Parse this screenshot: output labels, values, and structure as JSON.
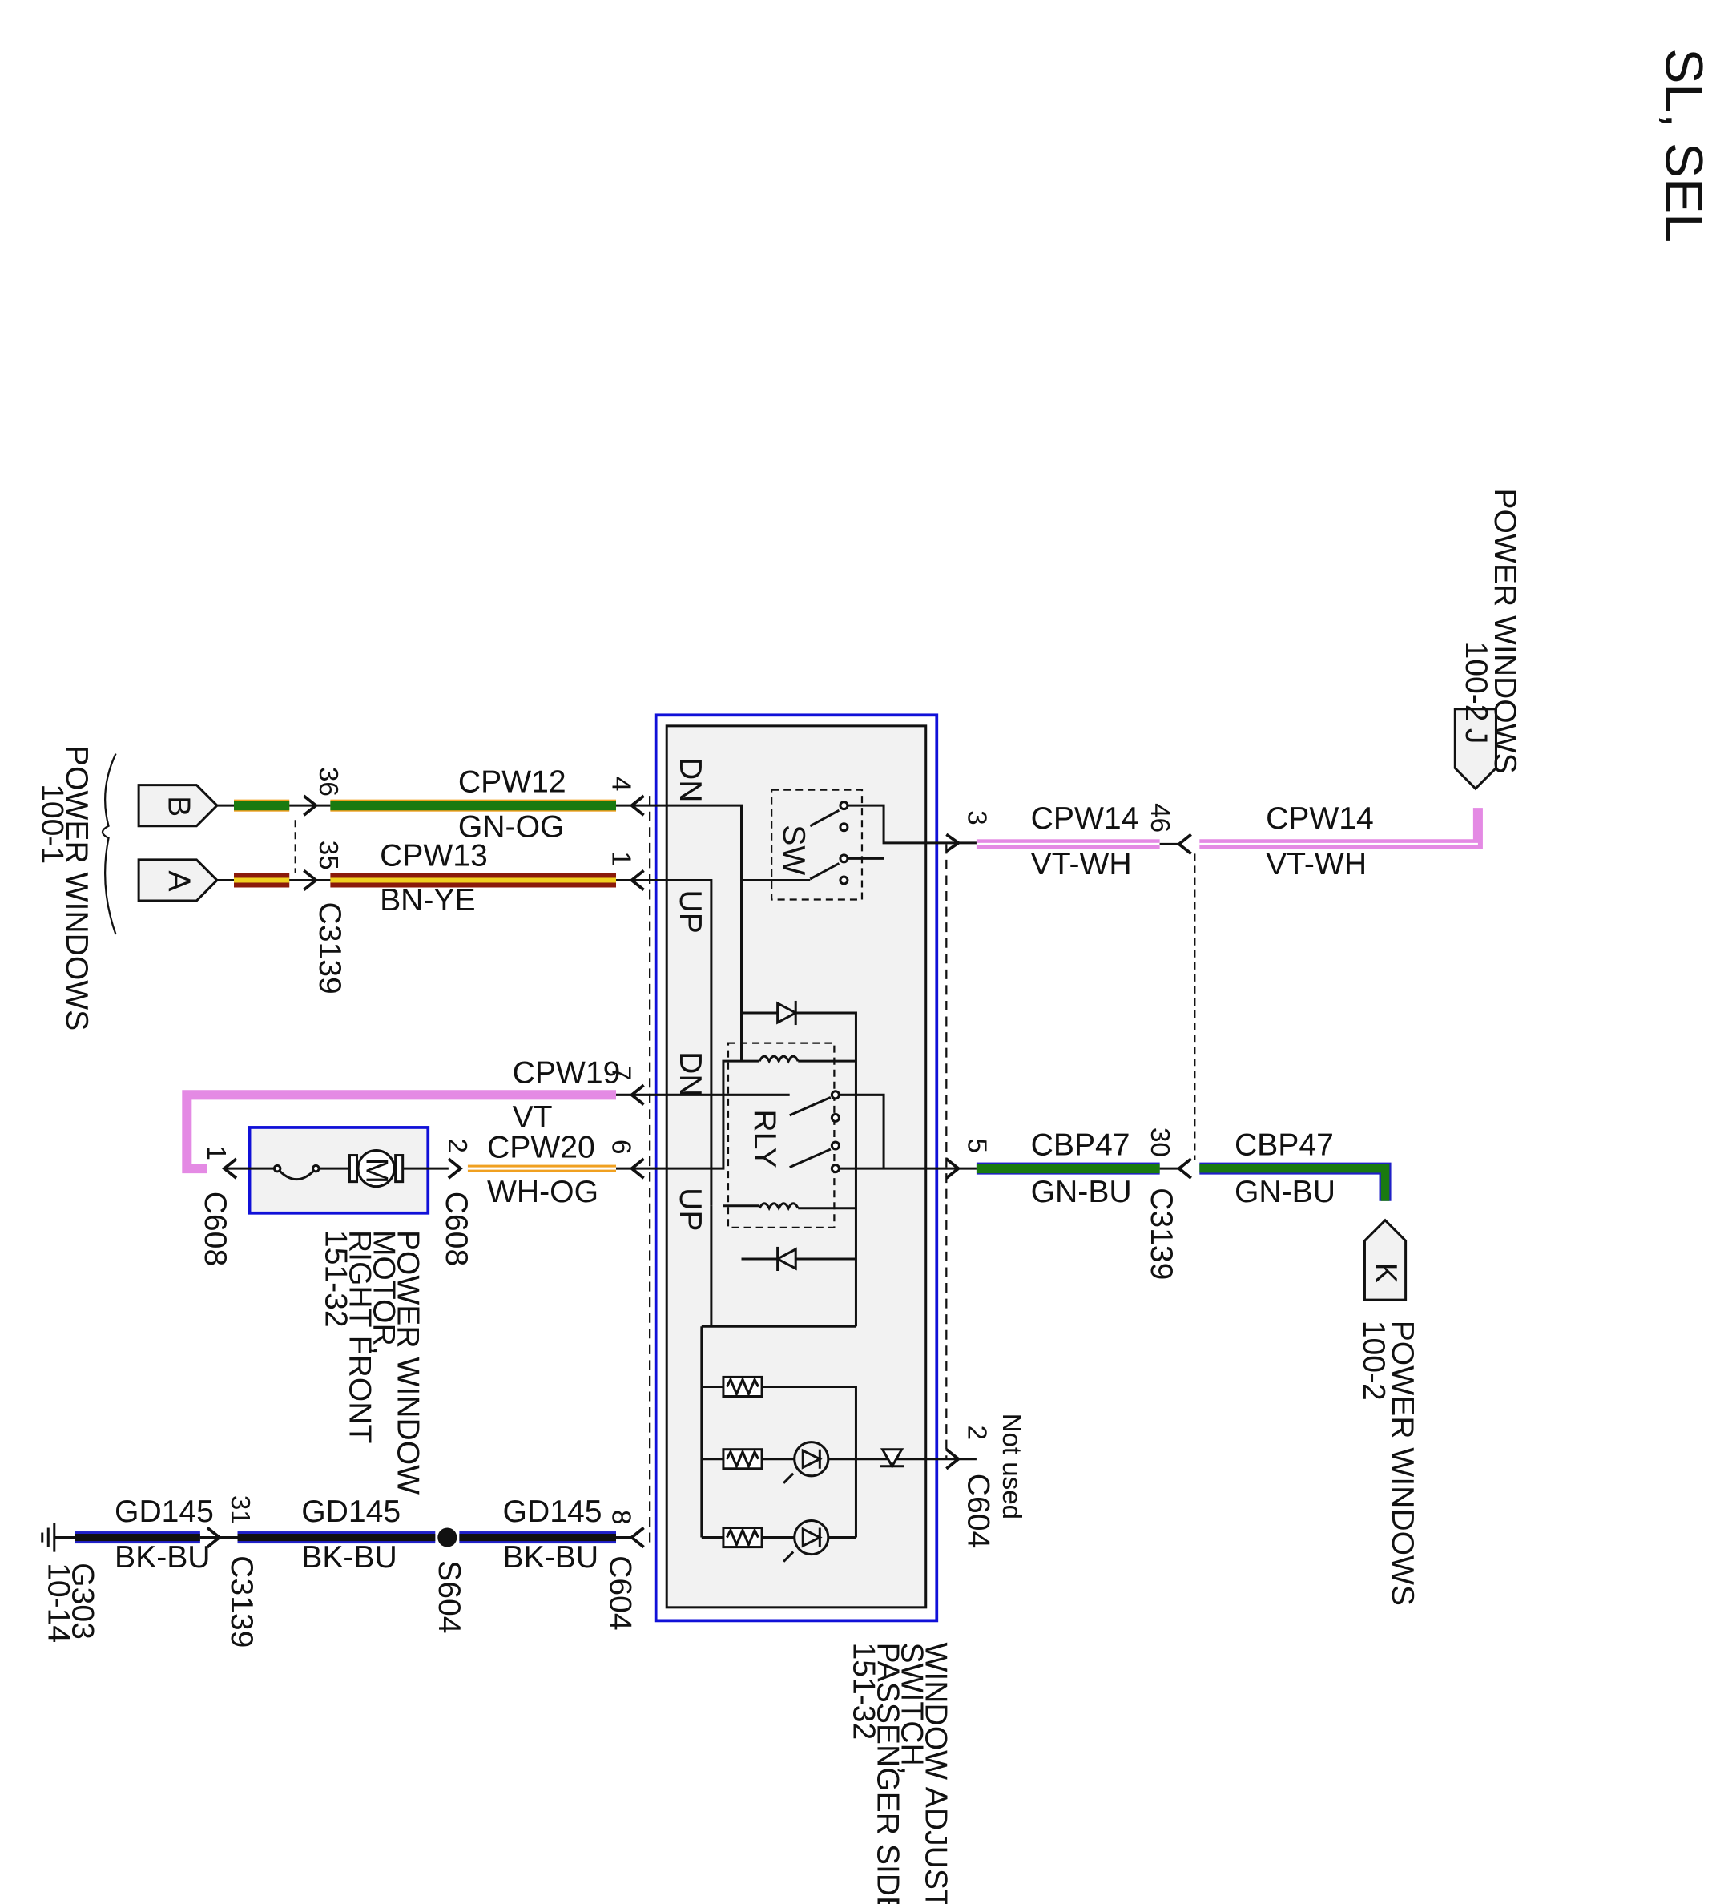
{
  "header": {
    "variant": "SL, SEL"
  },
  "colors": {
    "frame_blue": "#1010d8",
    "module_fill": "#f2f2f2",
    "wire_green": "#1a7a10",
    "wire_orange": "#f0a020",
    "wire_brown": "#8b1a0a",
    "wire_yellow": "#f0d020",
    "wire_violet": "#e48ae4",
    "wire_white": "#ffffff",
    "wire_blue": "#2020c8",
    "wire_black": "#101010"
  },
  "references": {
    "pw_100_1": {
      "title": "POWER WINDOWS",
      "page": "100-1",
      "connectors": [
        "B",
        "A"
      ]
    },
    "pw_100_2_top": {
      "title": "POWER WINDOWS",
      "page": "100-2",
      "connector": "J"
    },
    "pw_100_2_bottom": {
      "title": "POWER WINDOWS",
      "page": "100-2",
      "connector": "K"
    }
  },
  "wires": {
    "cpw12": {
      "circuit": "CPW12",
      "color": "GN-OG",
      "pin_c3139": "36",
      "pin_c604": "4"
    },
    "cpw13": {
      "circuit": "CPW13",
      "color": "BN-YE",
      "pin_c3139": "35",
      "pin_c604": "1",
      "connector": "C3139"
    },
    "cpw14_a": {
      "circuit": "CPW14",
      "color": "VT-WH",
      "pin_c604": "3"
    },
    "cpw14_b": {
      "circuit": "CPW14",
      "color": "VT-WH",
      "pin_c3139": "46"
    },
    "cpw19": {
      "circuit": "CPW19",
      "color": "VT",
      "pin_c604": "7",
      "pin_c608": "1"
    },
    "cpw20": {
      "circuit": "CPW20",
      "color": "WH-OG",
      "pin_c604": "6",
      "pin_c608": "2"
    },
    "cbp47_a": {
      "circuit": "CBP47",
      "color": "GN-BU",
      "pin_c604": "5"
    },
    "cbp47_b": {
      "circuit": "CBP47",
      "color": "GN-BU",
      "pin_c3139": "30",
      "connector": "C3139"
    },
    "gd145_a": {
      "circuit": "GD145",
      "color": "BK-BU",
      "pin_c604": "8",
      "connector": "C604"
    },
    "gd145_b": {
      "circuit": "GD145",
      "color": "BK-BU",
      "splice": "S604"
    },
    "gd145_c": {
      "circuit": "GD145",
      "color": "BK-BU",
      "pin_c3139": "31",
      "connector": "C3139"
    },
    "ground": {
      "name": "G303",
      "page": "10-14"
    },
    "unused": {
      "pin": "2",
      "connector": "C604",
      "note": "Not used"
    }
  },
  "module": {
    "name_lines": [
      "WINDOW ADJUST",
      "SWITCH,",
      "PASSENGER SIDE",
      "151-32"
    ],
    "sw_label": "SW",
    "rly_label": "RLY",
    "dn": "DN",
    "up": "UP"
  },
  "motor": {
    "name_lines": [
      "POWER WINDOW",
      "MOTOR,",
      "RIGHT FRONT",
      "151-32"
    ],
    "symbol": "M",
    "connector_left": "C608",
    "connector_right": "C608"
  }
}
